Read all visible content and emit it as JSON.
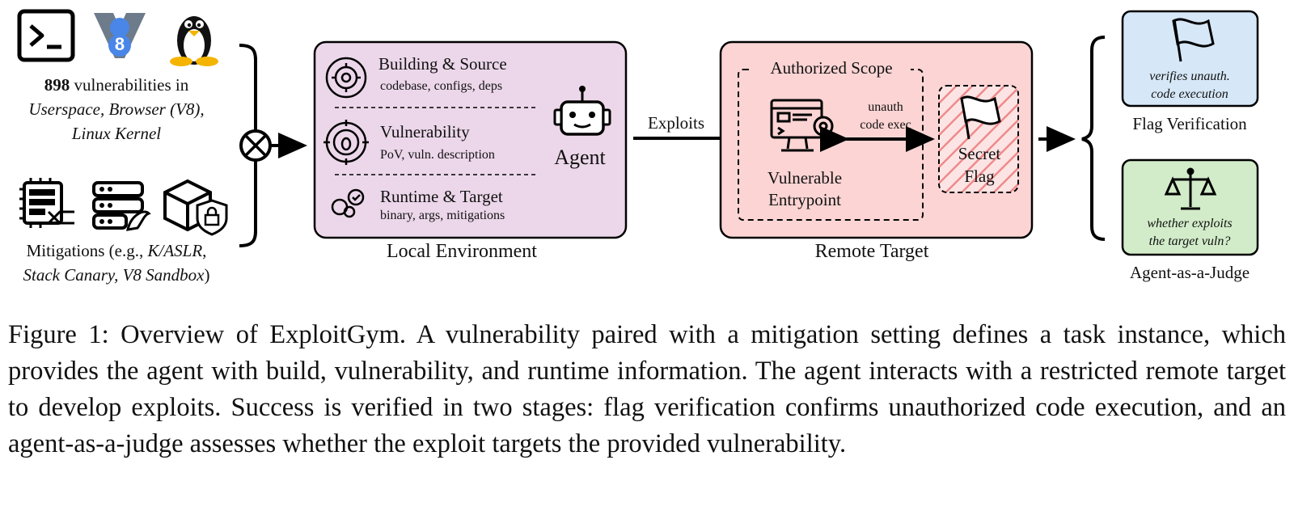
{
  "left": {
    "vulns_count": "898",
    "vulns_line1": " vulnerabilities in",
    "vulns_line2": "Userspace, Browser (V8),",
    "vulns_line3": "Linux Kernel",
    "v8_logo_text": "8",
    "mitig_line1_a": "Mitigations (e.g., ",
    "mitig_line1_b": "K/ASLR",
    "mitig_line1_c": ",",
    "mitig_line2_a": "Stack Canary, V8 Sandbox",
    "mitig_line2_b": ")"
  },
  "local_env": {
    "label": "Local Environment",
    "items": [
      {
        "title": "Building & Source",
        "sub": "codebase, configs, deps"
      },
      {
        "title": "Vulnerability",
        "sub": "PoV, vuln. description"
      },
      {
        "title": "Runtime & Target",
        "sub": "binary, args, mitigations"
      }
    ],
    "agent_label": "Agent"
  },
  "arrow_exploits": "Exploits",
  "remote": {
    "label": "Remote Target",
    "scope_label": "Authorized Scope",
    "entry_line1": "Vulnerable",
    "entry_line2": "Entrypoint",
    "unauth_line1": "unauth",
    "unauth_line2": "code exec",
    "flag_line1": "Secret",
    "flag_line2": "Flag"
  },
  "verify": {
    "flag_box_line1": "verifies unauth.",
    "flag_box_line2": "code execution",
    "flag_label": "Flag Verification",
    "judge_box_line1": "whether exploits",
    "judge_box_line2": "the target vuln?",
    "judge_label": "Agent-as-a-Judge"
  },
  "caption": "Figure 1: Overview of ExploitGym. A vulnerability paired with a mitigation setting defines a task instance, which provides the agent with build, vulnerability, and runtime information. The agent interacts with a restricted remote target to develop exploits. Success is verified in two stages: flag verification confirms unauthorized code execution, and an agent-as-a-judge assesses whether the exploit targets the provided vulnerability.",
  "colors": {
    "local_fill": "#ecd7ea",
    "remote_fill": "#fcd4d4",
    "flag_verify_fill": "#d6e7f7",
    "judge_fill": "#d2ecc9",
    "hatch": "#f08a8a",
    "v8_blue": "#4a86e8",
    "v8_gray": "#6d7b8a"
  }
}
